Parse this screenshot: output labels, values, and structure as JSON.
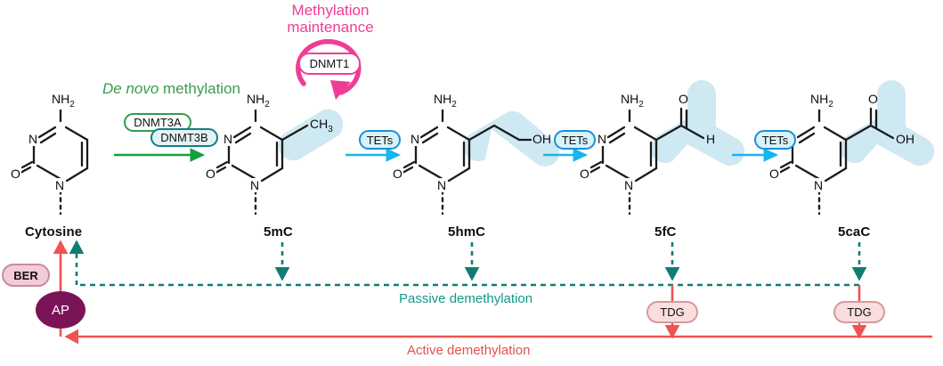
{
  "diagram": {
    "title_de_novo": {
      "italic": "De novo",
      "rest": " methylation"
    },
    "title_maintenance_line1": "Methylation",
    "title_maintenance_line2": "maintenance",
    "passive_label": "Passive demethylation",
    "active_label": "Active demethylation"
  },
  "enzymes": {
    "dnmt3a": "DNMT3A",
    "dnmt3b": "DNMT3B",
    "dnmt1": "DNMT1",
    "tets": "TETs",
    "tdg": "TDG",
    "ber": "BER",
    "ap": "AP"
  },
  "bases": [
    {
      "id": "cytosine",
      "label": "Cytosine",
      "substituent": null
    },
    {
      "id": "5mc",
      "label": "5mC",
      "substituent": "CH3"
    },
    {
      "id": "5hmc",
      "label": "5hmC",
      "substituent": "CH2OH"
    },
    {
      "id": "5fc",
      "label": "5fC",
      "substituent": "CHO"
    },
    {
      "id": "5cac",
      "label": "5caC",
      "substituent": "COOH"
    }
  ],
  "atoms": {
    "amine": "NH",
    "amine_sub": "2",
    "nitrogen": "N",
    "oxygen": "O",
    "hydrogen": "H",
    "hydroxyl": "OH",
    "methyl": "CH",
    "methyl_sub": "3"
  },
  "reactions": [
    {
      "from": "cytosine",
      "to": "5mc",
      "enzymes": [
        "DNMT3A",
        "DNMT3B"
      ],
      "color": "#14a03c"
    },
    {
      "from": "5mc",
      "to": "5hmc",
      "enzymes": [
        "TETs"
      ],
      "color": "#18b6ef"
    },
    {
      "from": "5hmc",
      "to": "5fc",
      "enzymes": [
        "TETs"
      ],
      "color": "#18b6ef"
    },
    {
      "from": "5fc",
      "to": "5cac",
      "enzymes": [
        "TETs"
      ],
      "color": "#18b6ef"
    }
  ],
  "colors": {
    "green": "#14a03c",
    "green_text": "#3a9b4e",
    "cyan": "#18b6ef",
    "pink": "#ef3d96",
    "teal": "#107d72",
    "red": "#ef5350",
    "red_text": "#cf3b39",
    "teal_text": "#13998c",
    "highlight": "#cfe9f3",
    "purple": "#7b1457",
    "bond": "#1a1a1a"
  }
}
